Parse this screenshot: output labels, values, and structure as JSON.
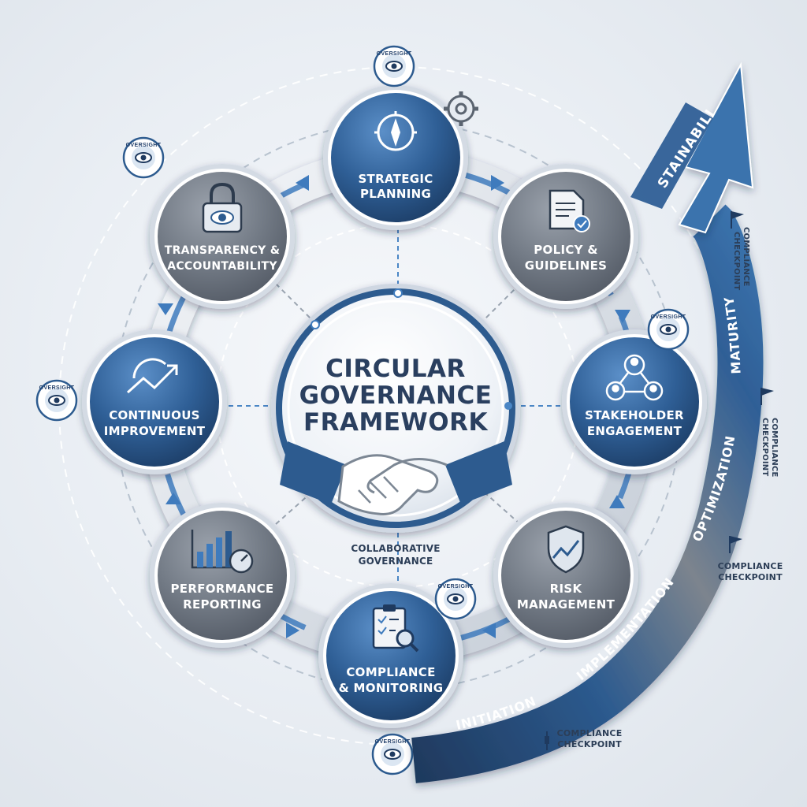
{
  "center": {
    "title_line1": "CIRCULAR",
    "title_line2": "GOVERNANCE",
    "title_line3": "FRAMEWORK",
    "subtitle_line1": "COLLABORATIVE",
    "subtitle_line2": "GOVERNANCE"
  },
  "nodes": {
    "strategic_planning": {
      "line1": "STRATEGIC",
      "line2": "PLANNING",
      "icon": "compass-icon",
      "accent": "#2d5b8f"
    },
    "policy_guidelines": {
      "line1": "POLICY &",
      "line2": "GUIDELINES",
      "icon": "document-icon",
      "accent": "#6e7580"
    },
    "stakeholder_engagement": {
      "line1": "STAKEHOLDER",
      "line2": "ENGAGEMENT",
      "icon": "people-network-icon",
      "accent": "#2d5b8f"
    },
    "risk_management": {
      "line1": "RISK",
      "line2": "MANAGEMENT",
      "icon": "shield-icon",
      "accent": "#6e7580"
    },
    "compliance_monitoring": {
      "line1": "COMPLIANCE",
      "line2": "& MONITORING",
      "icon": "clipboard-search-icon",
      "accent": "#2d5b8f"
    },
    "performance_reporting": {
      "line1": "PERFORMANCE",
      "line2": "REPORTING",
      "icon": "bar-chart-gauge-icon",
      "accent": "#6e7580"
    },
    "continuous_improvement": {
      "line1": "CONTINUOUS",
      "line2": "IMPROVEMENT",
      "icon": "trend-arrow-icon",
      "accent": "#2d5b8f"
    },
    "transparency_accountability": {
      "line1": "TRANSPARENCY &",
      "line2": "ACCOUNTABILITY",
      "icon": "padlock-eye-icon",
      "accent": "#6e7580"
    }
  },
  "oversight_label": "OVERSIGHT",
  "maturity_arrow": {
    "stages": [
      "INITIATION",
      "IMPLEMENTATION",
      "OPTIMIZATION",
      "MATURITY",
      "SUSTAINABILITY"
    ]
  },
  "checkpoints": {
    "cp1_line1": "COMPLIANCE",
    "cp1_line2": "CHECKPOINT",
    "cp2_line1": "COMPLIANCE",
    "cp2_line2": "CHECKPOINT",
    "cp3_line1": "COMPLIANCE",
    "cp3_line2": "CHECKPOINT",
    "cp4_line1": "COMPLIANCE",
    "cp4_line2": "CHECKPOINT"
  },
  "colors": {
    "primary_blue": "#2d5b8f",
    "dark_navy": "#1f3a5f",
    "accent_blue": "#4a86c5",
    "gray": "#6e7580",
    "background": "#e7ecf2"
  }
}
